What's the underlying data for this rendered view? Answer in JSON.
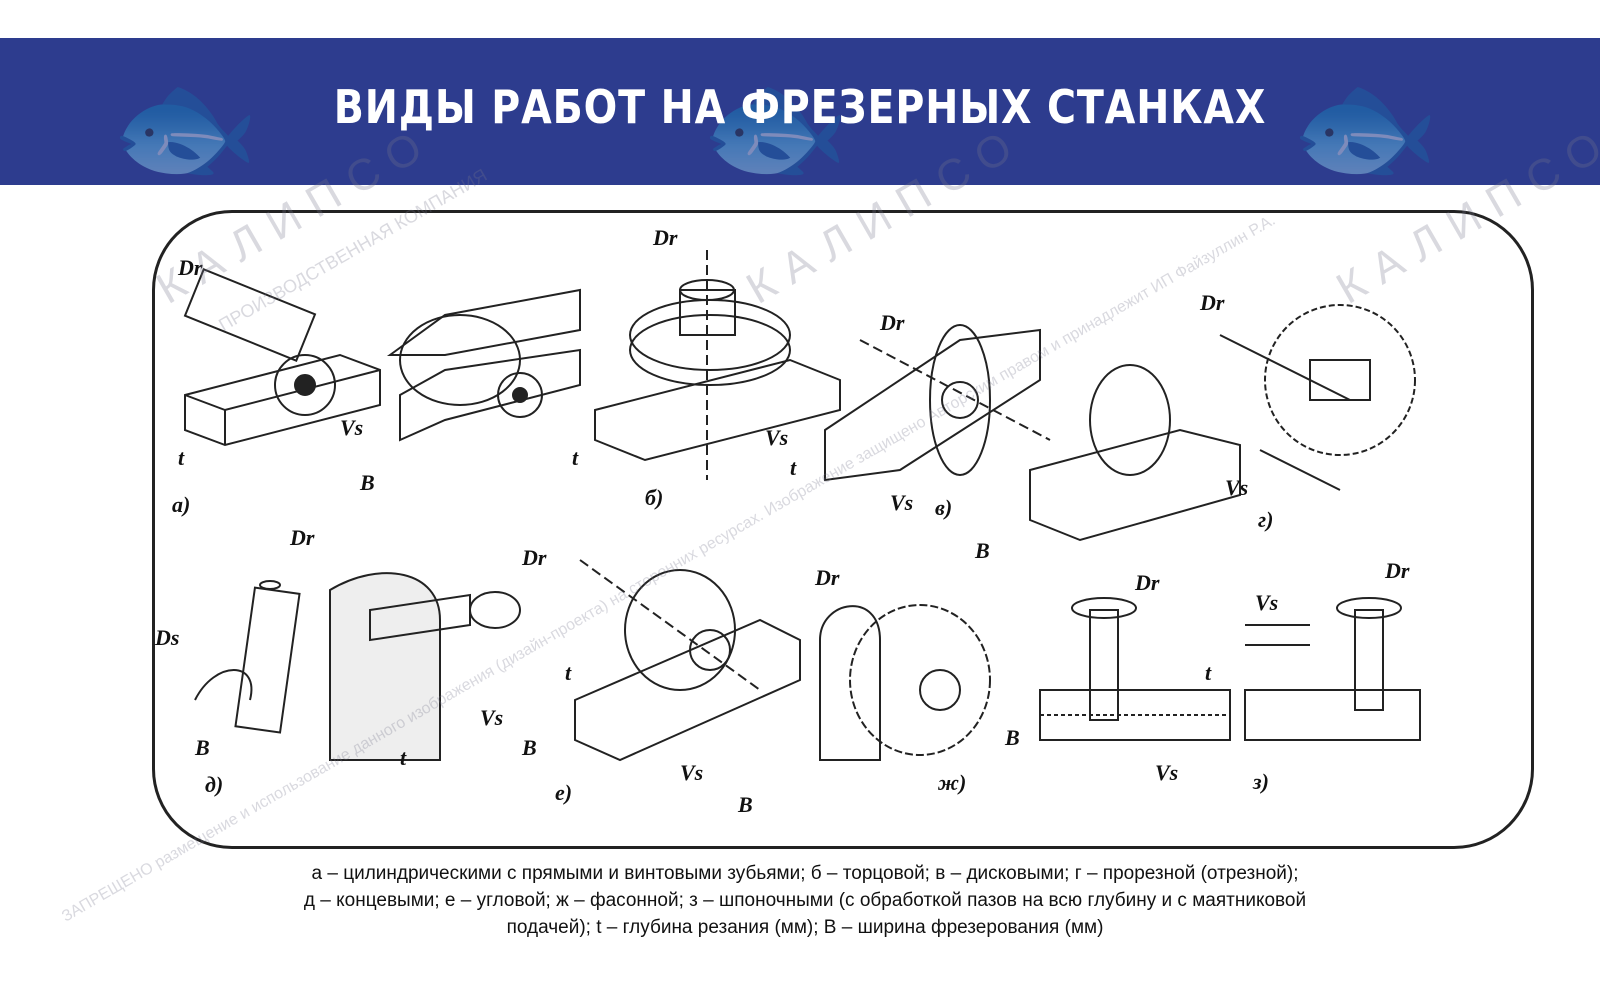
{
  "header": {
    "title": "ВИДЫ РАБОТ НА ФРЕЗЕРНЫХ СТАНКАХ",
    "color": "#2d3c8e"
  },
  "panels": [
    {
      "label": "а)",
      "symbols": [
        "Dr",
        "Vs",
        "t"
      ]
    },
    {
      "label": "б)",
      "symbols": [
        "Dr",
        "Vs",
        "t"
      ]
    },
    {
      "label": "в)",
      "symbols": [
        "Dr",
        "Vs",
        "t",
        "B"
      ]
    },
    {
      "label": "г)",
      "symbols": [
        "Dr",
        "Vs",
        "B"
      ]
    },
    {
      "label": "д)",
      "symbols": [
        "Dr",
        "Ds",
        "Vs",
        "B",
        "t"
      ]
    },
    {
      "label": "е)",
      "symbols": [
        "Dr",
        "Vs",
        "t",
        "B"
      ]
    },
    {
      "label": "ж)",
      "symbols": [
        "Dr",
        "B"
      ]
    },
    {
      "label": "з)",
      "symbols": [
        "Dr",
        "Vs",
        "Dr",
        "Vs",
        "t",
        "B"
      ]
    }
  ],
  "caption": {
    "line1": "а – цилиндрическими с прямыми и винтовыми зубьями; б – торцовой; в – дисковыми; г – прорезной (отрезной);",
    "line2": "д – концевыми; е – угловой; ж – фасонной; з – шпоночными (с обработкой пазов на всю глубину и с маятниковой",
    "line3": "подачей); t – глубина резания (мм); B – ширина фрезерования (мм)"
  },
  "watermark": {
    "brand": "КАЛИПСО",
    "sub": "ПРОИЗВОДСТВЕННАЯ КОМПАНИЯ",
    "notice": "ЗАПРЕЩЕНО размещение и использование данного изображения (дизайн-проекта) на сторонних ресурсах. Изображение защищено Авторским правом и принадлежит ИП Файзуллин Р.А."
  }
}
